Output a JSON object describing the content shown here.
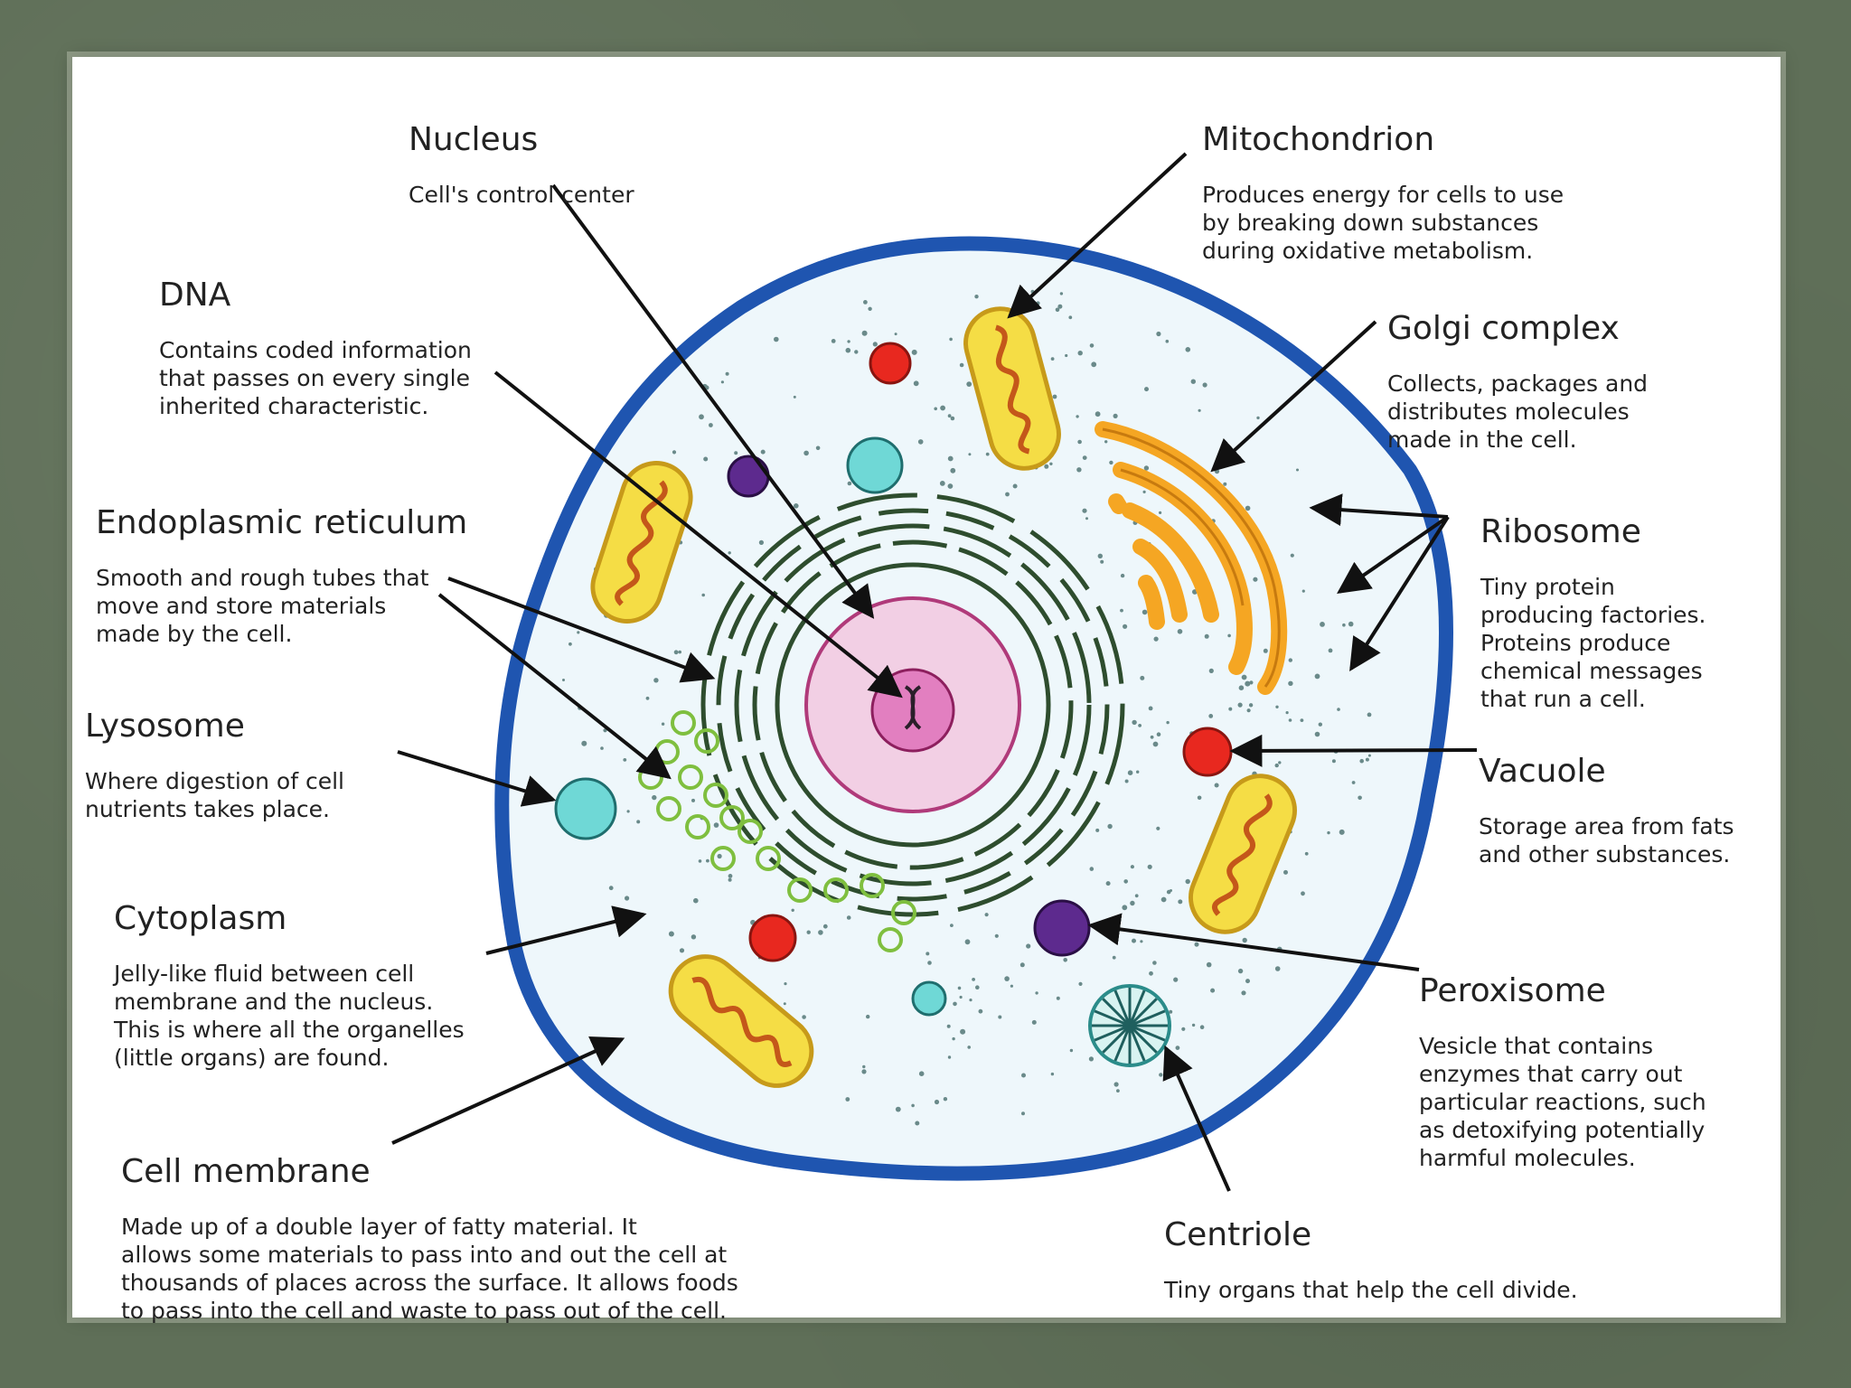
{
  "colors": {
    "background": "#5f6f58",
    "membrane": "#1f55b0",
    "cytoplasm": "#eef7fb",
    "nucleus": "#f2cfe4",
    "nucleolus": "#e27fc0",
    "mitochondria_fill": "#f5dd45",
    "mitochondria_stroke": "#c79a1a",
    "golgi": "#f5a623",
    "vacuole": "#e8281f",
    "lysosome": "#6fd8d6",
    "peroxisome": "#5d2a8e",
    "centriole": "#2b8c8a",
    "er": "#2e4d2e",
    "ribosome_vesicles": "#b8e07a"
  },
  "labels": {
    "nucleus": {
      "title": "Nucleus",
      "desc": "Cell's control center"
    },
    "mitochondrion": {
      "title": "Mitochondrion",
      "desc": "Produces energy for cells to use\nby breaking down substances\nduring oxidative metabolism."
    },
    "dna": {
      "title": "DNA",
      "desc": "Contains coded information\nthat passes on every single\ninherited characteristic."
    },
    "golgi": {
      "title": "Golgi complex",
      "desc": "Collects, packages and\ndistributes molecules\nmade in the cell."
    },
    "er": {
      "title": "Endoplasmic reticulum",
      "desc": "Smooth and rough tubes that\nmove and store materials\nmade by the cell."
    },
    "ribosome": {
      "title": "Ribosome",
      "desc": "Tiny protein\nproducing factories.\nProteins produce\nchemical messages\nthat run a cell."
    },
    "lysosome": {
      "title": "Lysosome",
      "desc": "Where digestion of cell\nnutrients takes place."
    },
    "vacuole": {
      "title": "Vacuole",
      "desc": "Storage area from fats\nand other substances."
    },
    "cytoplasm": {
      "title": "Cytoplasm",
      "desc": "Jelly-like fluid between cell\nmembrane and the nucleus.\nThis is where all the organelles\n(little organs) are found."
    },
    "peroxisome": {
      "title": "Peroxisome",
      "desc": "Vesicle that contains\nenzymes that carry out\nparticular reactions, such\nas detoxifying potentially\nharmful molecules."
    },
    "membrane": {
      "title": "Cell membrane",
      "desc": "Made up of a double layer of fatty material. It\nallows some materials to pass into and out the cell at\nthousands of places across the surface. It allows foods\nto pass into the cell and waste to pass out of the cell."
    },
    "centriole": {
      "title": "Centriole",
      "desc": "Tiny organs that help the cell divide."
    }
  }
}
